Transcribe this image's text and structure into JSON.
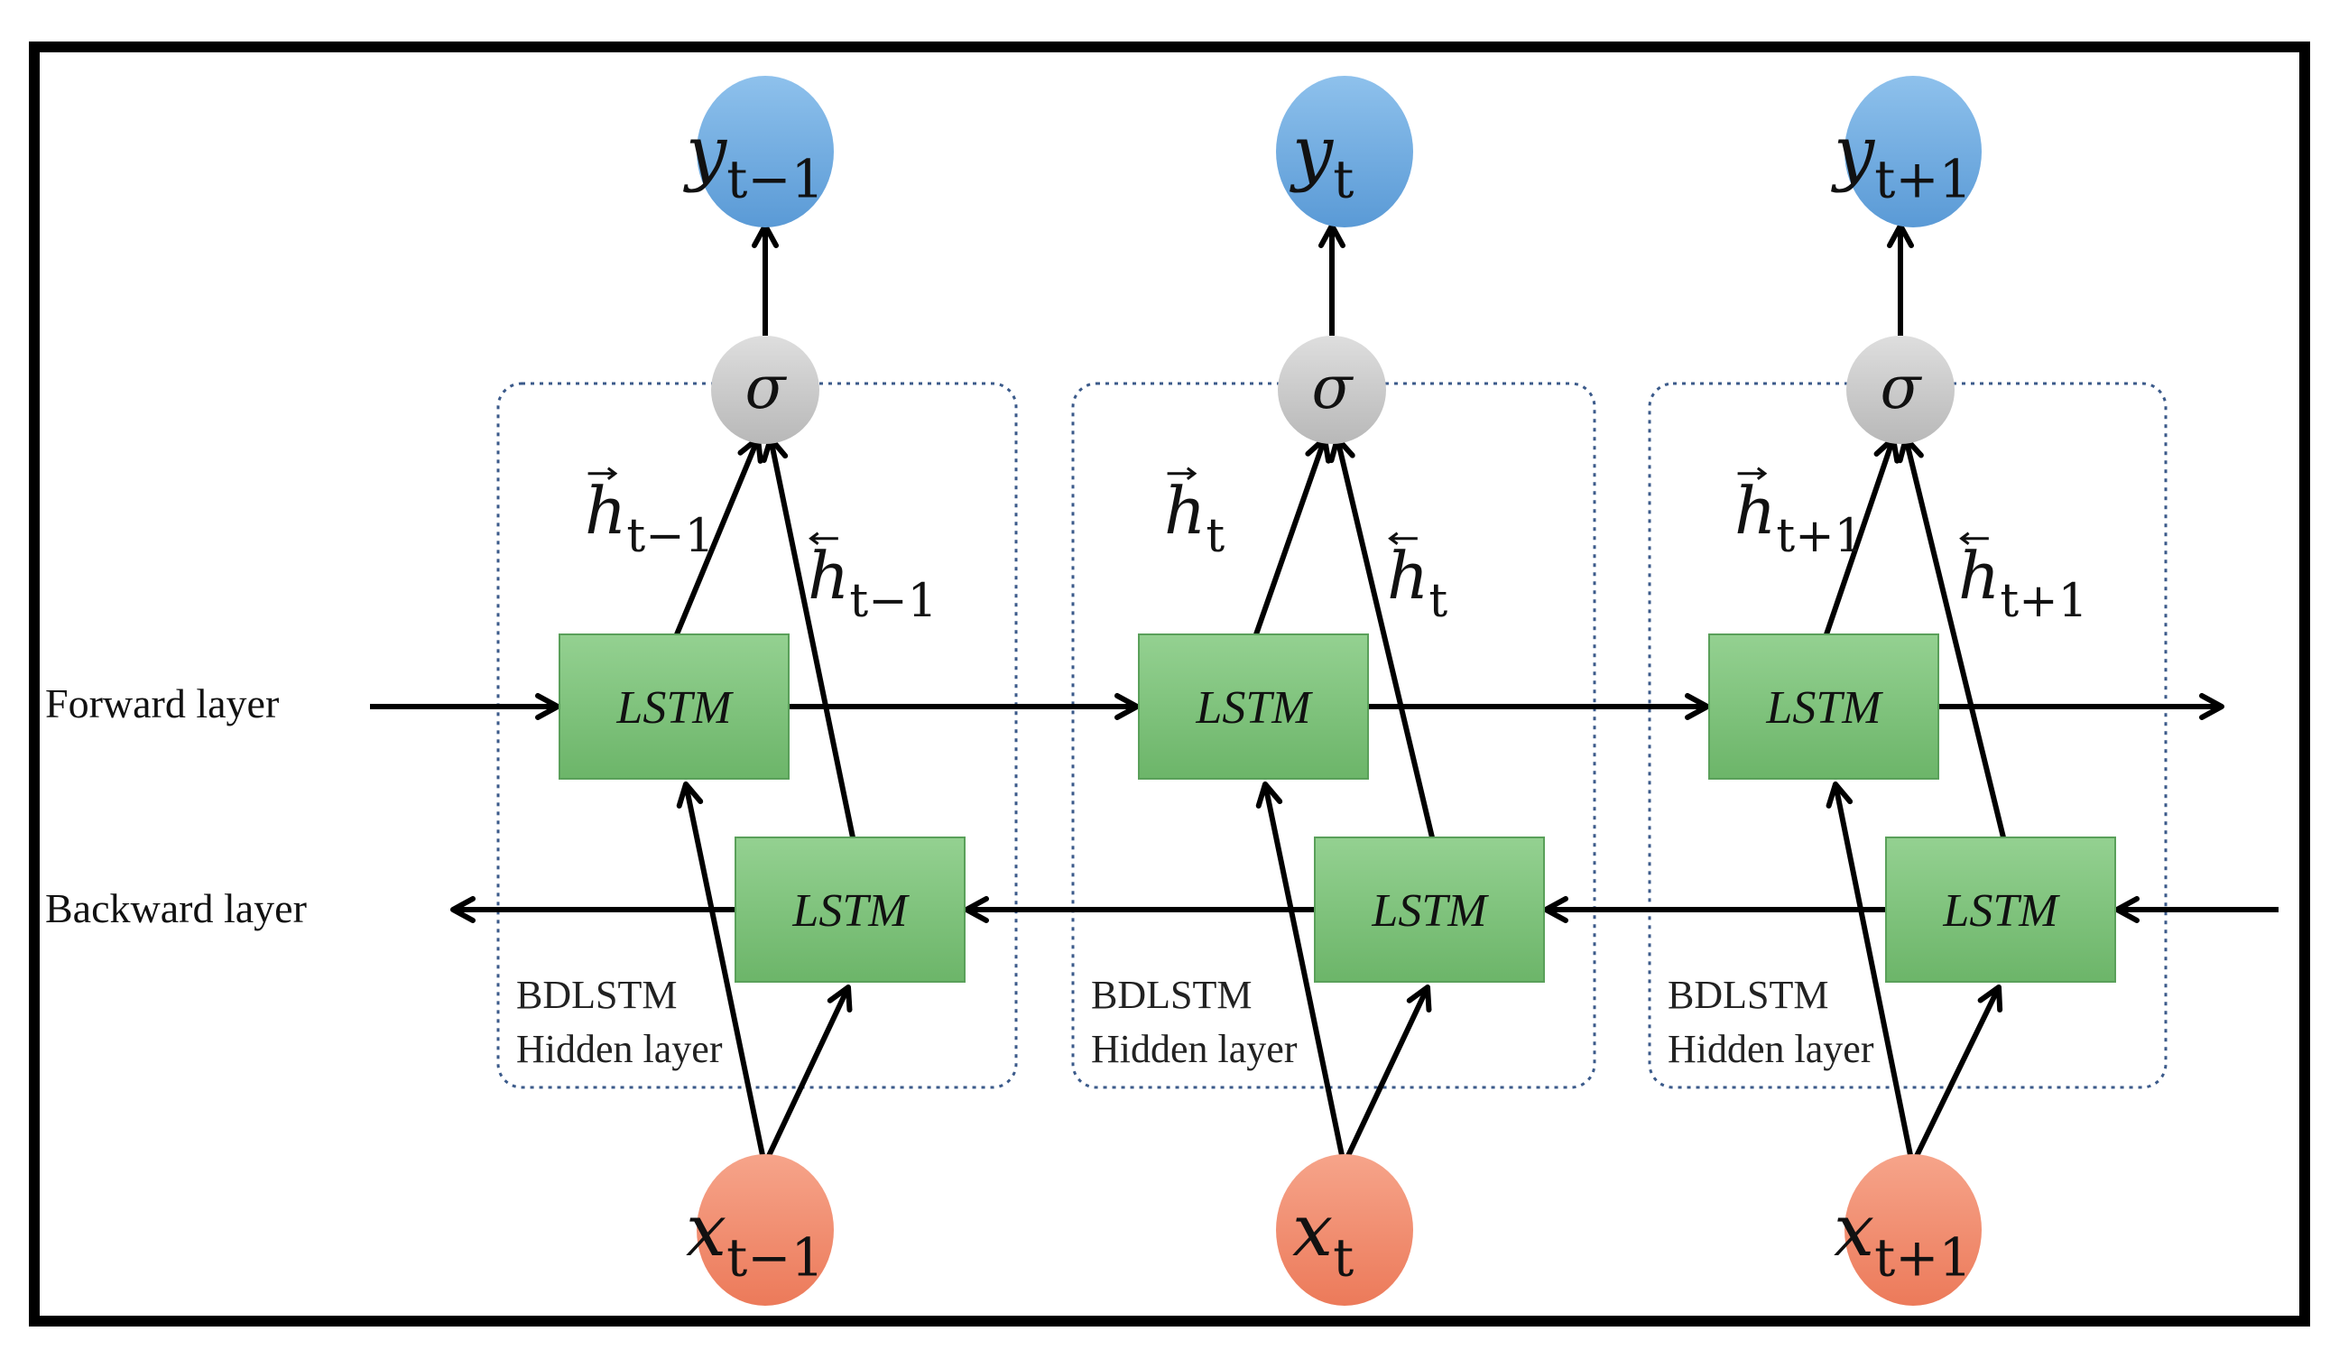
{
  "layer_labels": {
    "forward": "Forward layer",
    "backward": "Backward layer"
  },
  "timesteps": [
    {
      "output": {
        "base": "y",
        "sub": "t−1"
      },
      "input": {
        "base": "x",
        "sub": "t−1"
      },
      "sigma": "σ",
      "forward_lstm": "LSTM",
      "backward_lstm": "LSTM",
      "h_forward": {
        "base": "h",
        "sub": "t−1"
      },
      "h_backward": {
        "base": "h",
        "sub": "t−1"
      },
      "hidden_label": [
        "BDLSTM",
        "Hidden layer"
      ]
    },
    {
      "output": {
        "base": "y",
        "sub": "t"
      },
      "input": {
        "base": "x",
        "sub": "t"
      },
      "sigma": "σ",
      "forward_lstm": "LSTM",
      "backward_lstm": "LSTM",
      "h_forward": {
        "base": "h",
        "sub": "t"
      },
      "h_backward": {
        "base": "h",
        "sub": "t"
      },
      "hidden_label": [
        "BDLSTM",
        "Hidden layer"
      ]
    },
    {
      "output": {
        "base": "y",
        "sub": "t+1"
      },
      "input": {
        "base": "x",
        "sub": "t+1"
      },
      "sigma": "σ",
      "forward_lstm": "LSTM",
      "backward_lstm": "LSTM",
      "h_forward": {
        "base": "h",
        "sub": "t+1"
      },
      "h_backward": {
        "base": "h",
        "sub": "t+1"
      },
      "hidden_label": [
        "BDLSTM",
        "Hidden layer"
      ]
    }
  ],
  "colors": {
    "output_node": "#6fa8dc",
    "input_node": "#f08a6c",
    "sigma_node": "#c9c9c9",
    "lstm_box": "#7cc47a",
    "hidden_border": "#3b5a8a",
    "frame": "#000000",
    "arrow": "#000000"
  }
}
